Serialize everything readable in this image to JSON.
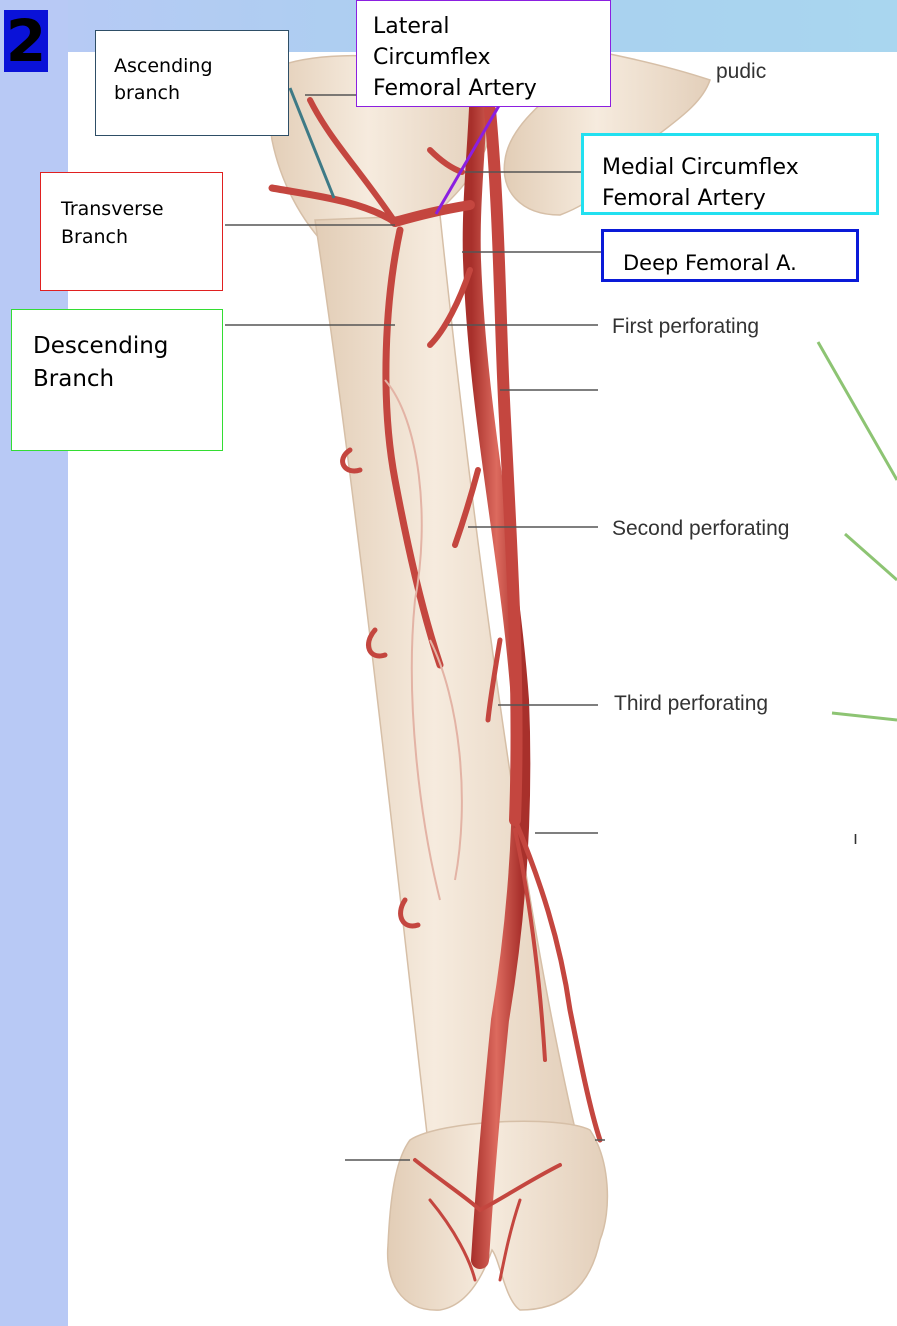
{
  "slide": {
    "number": "2"
  },
  "labels": {
    "ascending": "Ascending branch",
    "lateral": "Lateral Circumflex Femoral Artery",
    "medial": "Medial Circumflex Femoral Artery",
    "deep": "Deep Femoral A.",
    "transverse": "Transverse Branch",
    "descending": "Descending Branch"
  },
  "figure_text": {
    "pudic": "pudic",
    "first": "First perforating",
    "second": "Second perforating",
    "third": "Third perforating",
    "stray_mark": "ı"
  },
  "colors": {
    "sidebar": "#b8c9f5",
    "slide_number_bg": "#0a12d8",
    "ascending_border": "#2e4e66",
    "lateral_border": "#8b1fe0",
    "medial_border": "#22e0f0",
    "deep_border": "#0a1ad8",
    "transverse_border": "#e02020",
    "descending_border": "#33dd33",
    "pointer_green": "#8dc473",
    "pointer_teal": "#3e7a86",
    "bone": "#f2e3d2",
    "artery": "#c4463f"
  }
}
